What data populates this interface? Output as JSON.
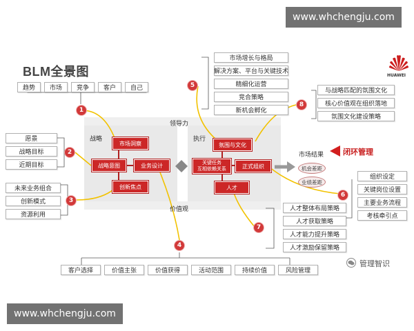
{
  "watermark_top": "www.whchengju.com",
  "watermark_bottom": "www.whchengju.com",
  "title": "BLM全景图",
  "logo_text": "HUAWEI",
  "source_label": "管理智识",
  "closed_loop": "闭环管理",
  "market_result": "市场结果",
  "leadership": "领导力",
  "values": "价值观",
  "strategy": "战略",
  "execution": "执行",
  "numbers": [
    "1",
    "2",
    "3",
    "4",
    "5",
    "6",
    "7",
    "8"
  ],
  "group1": [
    "趋势",
    "市场",
    "竞争",
    "客户",
    "自己"
  ],
  "group2": [
    "愿景",
    "战略目标",
    "近期目标"
  ],
  "group3": [
    "未来业务组合",
    "创新模式",
    "资源利用"
  ],
  "group4": [
    "客户选择",
    "价值主张",
    "价值获得",
    "活动范围",
    "持续价值",
    "风险管理"
  ],
  "group5": [
    "市场增长与格局",
    "解决方案、平台与关键技术",
    "精细化运营",
    "竞合策略",
    "新机会孵化"
  ],
  "group6": [
    "组织设定",
    "关键岗位设置",
    "主要业务流程",
    "考核牵引点"
  ],
  "group7": [
    "人才整体布局策略",
    "人才获取策略",
    "人才能力提升策略",
    "人才激励保留策略"
  ],
  "group8": [
    "与战略匹配的氛围文化",
    "核心价值观在组织落地",
    "氛围文化建设策略"
  ],
  "strategy_nodes": {
    "market_insight": "市场洞察",
    "strategic_intent": "战略意图",
    "business_design": "业务设计",
    "innovation_focus": "创新焦点"
  },
  "execution_nodes": {
    "climate_culture": "氛围与文化",
    "key_tasks_line1": "关键任务",
    "key_tasks_line2": "互相依赖关系",
    "formal_org": "正式组织",
    "talent": "人才"
  },
  "results": {
    "opportunity_gap": "机会差距",
    "performance_gap": "业绩差距"
  }
}
